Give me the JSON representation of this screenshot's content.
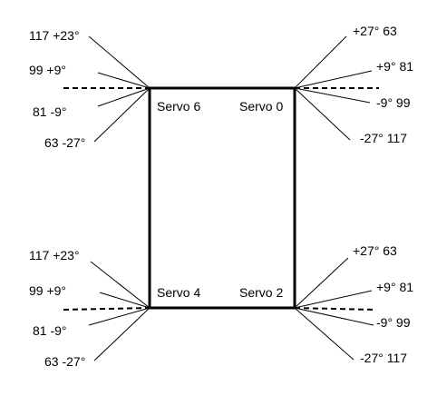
{
  "servos": {
    "top_left": "Servo 6",
    "top_right": "Servo 0",
    "bottom_left": "Servo 4",
    "bottom_right": "Servo 2"
  },
  "labels": {
    "tl": [
      "117 +23°",
      "99 +9°",
      "81 -9°",
      "63 -27°"
    ],
    "tr": [
      "+27° 63",
      "+9° 81",
      "-9° 99",
      "-27° 117"
    ],
    "bl": [
      "117 +23°",
      "99 +9°",
      "81 -9°",
      "63 -27°"
    ],
    "br": [
      "+27° 63",
      "+9° 81",
      "-9° 99",
      "-27° 117"
    ]
  }
}
